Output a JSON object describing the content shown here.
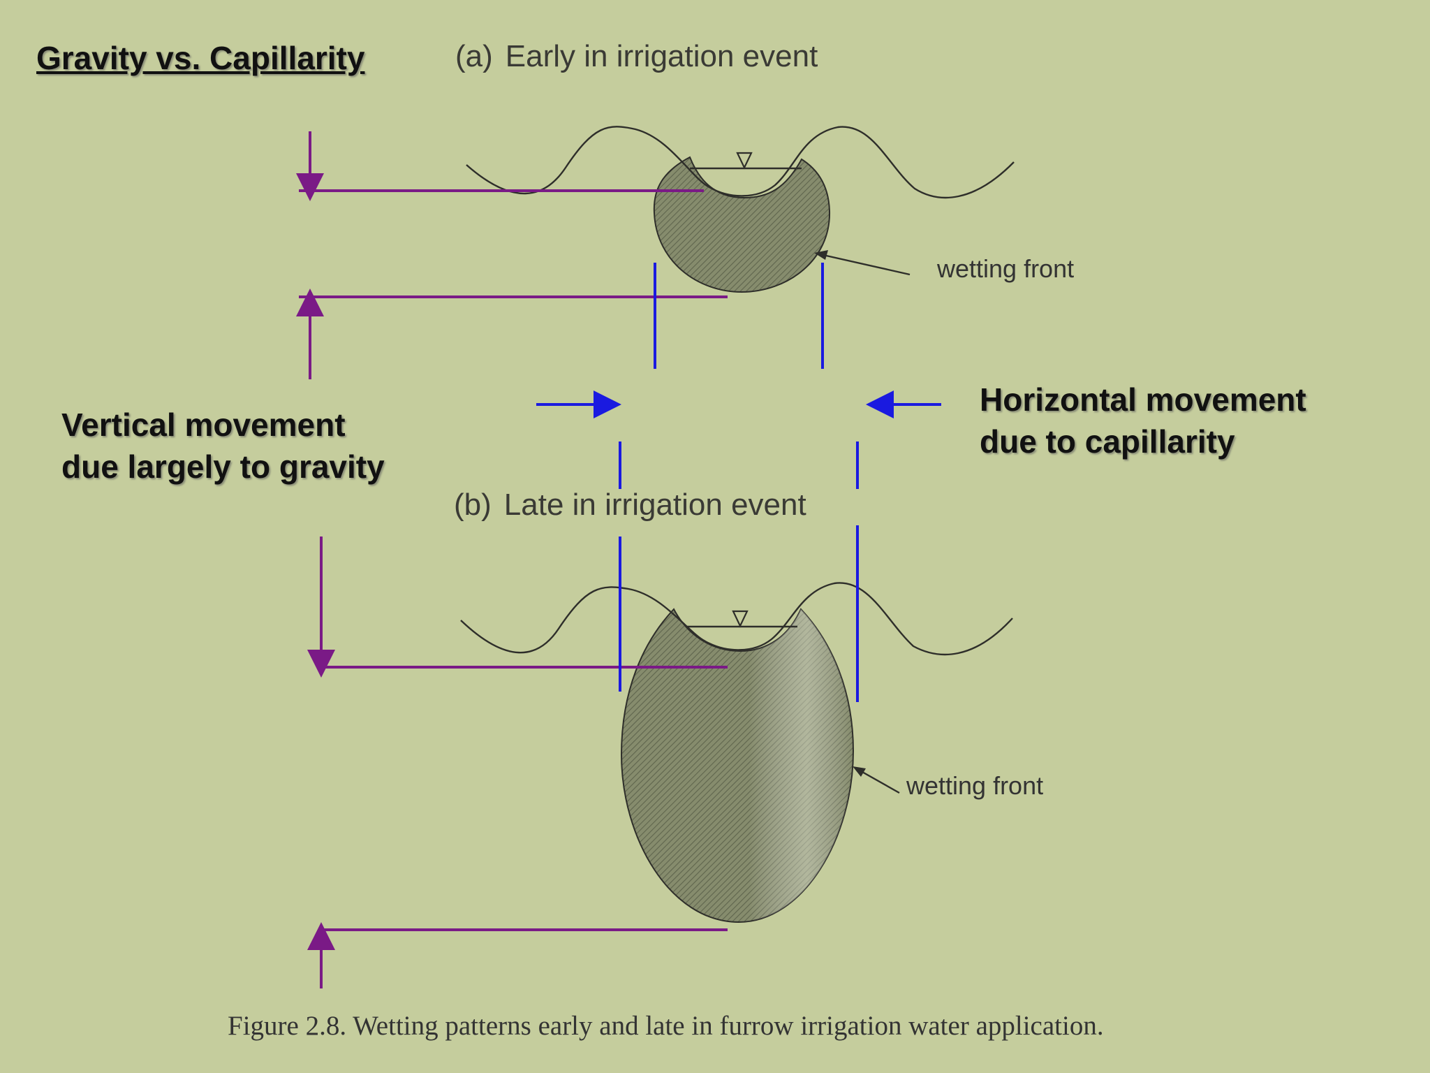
{
  "slide_title": "Gravity vs. Capillarity",
  "panel_a": {
    "tag": "(a)",
    "label": "Early in irrigation event",
    "wetting_front_label": "wetting front"
  },
  "panel_b": {
    "tag": "(b)",
    "label": "Late in irrigation event",
    "wetting_front_label": "wetting front"
  },
  "vertical_note": {
    "line1": "Vertical movement",
    "line2": "due largely to gravity"
  },
  "horizontal_note": {
    "line1": "Horizontal movement",
    "line2": "due to capillarity"
  },
  "caption": "Figure 2.8.  Wetting patterns early and late in furrow irrigation water application.",
  "colors": {
    "background": "#c5cd9d",
    "vertical_annotation": "#7a1a86",
    "horizontal_annotation": "#1a1ae0",
    "wetted_soil": "#7d8466",
    "outline": "#2e2e2a"
  },
  "icons": [
    "water-surface-triangle-icon",
    "down-arrow-icon",
    "up-arrow-icon",
    "right-arrow-icon",
    "left-arrow-icon"
  ]
}
